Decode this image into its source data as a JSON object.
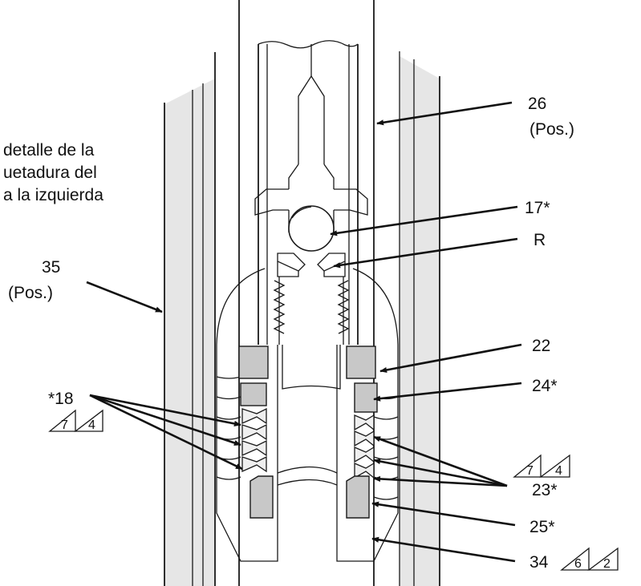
{
  "note": {
    "line1": "detalle de la",
    "line2": "uetadura del",
    "line3": "a la izquierda"
  },
  "callouts": {
    "c26": "26",
    "c26_sub": "(Pos.)",
    "c17": "17*",
    "cR": "R",
    "c35": "35",
    "c35_sub": "(Pos.)",
    "c22": "22",
    "c24": "24*",
    "c18": "*18",
    "c23": "23*",
    "c25": "25*",
    "c34": "34"
  },
  "symbols": {
    "left_a": "7",
    "left_b": "4",
    "right_a": "7",
    "right_b": "4",
    "bottom_a": "6",
    "bottom_b": "2"
  },
  "colors": {
    "seal_fill": "#c8c8c8",
    "wall_fill": "#e6e6e6",
    "line": "#1a1a1a"
  }
}
